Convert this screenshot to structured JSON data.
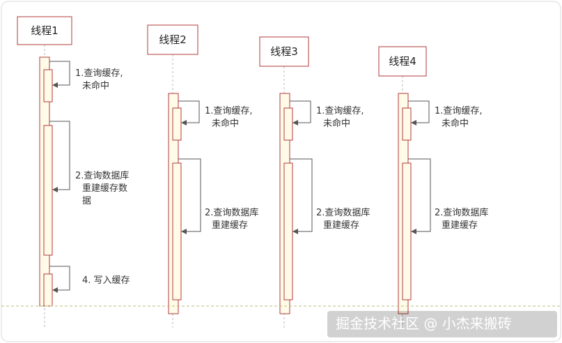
{
  "threads": [
    {
      "title": "线程1",
      "steps": [
        {
          "lines": [
            "1.查询缓存,",
            "未命中"
          ]
        },
        {
          "lines": [
            "2.查询数据库",
            "重建缓存数",
            "据"
          ]
        },
        {
          "lines": [
            "4. 写入缓存"
          ]
        }
      ]
    },
    {
      "title": "线程2",
      "steps": [
        {
          "lines": [
            "1.查询缓存,",
            "未命中"
          ]
        },
        {
          "lines": [
            "2.查询数据库",
            "重建缓存"
          ]
        }
      ]
    },
    {
      "title": "线程3",
      "steps": [
        {
          "lines": [
            "1.查询缓存,",
            "未命中"
          ]
        },
        {
          "lines": [
            "2.查询数据库",
            "重建缓存"
          ]
        }
      ]
    },
    {
      "title": "线程4",
      "steps": [
        {
          "lines": [
            "1.查询缓存,",
            "未命中"
          ]
        },
        {
          "lines": [
            "2.查询数据库",
            "重建缓存"
          ]
        }
      ]
    }
  ],
  "watermark": "掘金技术社区 @ 小杰来搬砖",
  "colors": {
    "box_border": "#b03a3a",
    "bar_fill": "#fffbe8",
    "lifeline": "#b8b8b8",
    "arrow": "#555555",
    "text": "#333333",
    "separator": "#b8c27a"
  }
}
